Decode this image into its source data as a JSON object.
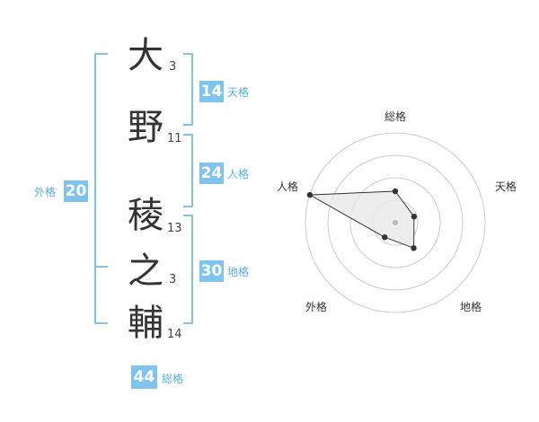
{
  "name_chars": [
    {
      "char": "大",
      "strokes": "3"
    },
    {
      "char": "野",
      "strokes": "11"
    },
    {
      "char": "稜",
      "strokes": "13"
    },
    {
      "char": "之",
      "strokes": "3"
    },
    {
      "char": "輔",
      "strokes": "14"
    }
  ],
  "fortunes": {
    "tenkaku": {
      "value": "14",
      "label": "天格"
    },
    "jinkaku": {
      "value": "24",
      "label": "人格"
    },
    "chikaku": {
      "value": "30",
      "label": "地格"
    },
    "gaikaku": {
      "value": "20",
      "label": "外格"
    },
    "soukaku": {
      "value": "44",
      "label": "総格"
    }
  },
  "colors": {
    "accent": "#7fc4ef",
    "label": "#56b0e6",
    "ring": "#cccccc"
  },
  "chart_data": {
    "type": "radar",
    "axes": [
      "総格",
      "天格",
      "地格",
      "外格",
      "人格"
    ],
    "values": [
      0.35,
      0.22,
      0.35,
      0.2,
      1.0
    ],
    "rings": 4
  }
}
